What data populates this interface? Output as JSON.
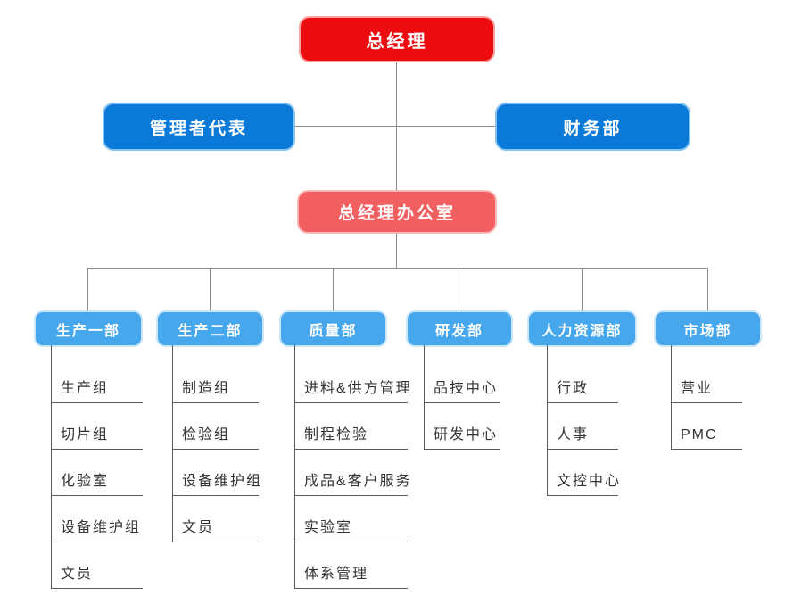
{
  "title": "company-organization-chart",
  "colors": {
    "root_red": "#ec0b0f",
    "level2_blue": "#0b79d8",
    "office_salmon": "#f15f60",
    "dept_light_blue": "#47a7ec",
    "connector_gray": "#8a8a8a",
    "list_line_gray": "#5a5a5a",
    "unit_text": "#333333"
  },
  "org": {
    "root": {
      "label": "总经理"
    },
    "level2": [
      {
        "label": "管理者代表"
      },
      {
        "label": "财务部"
      }
    ],
    "office": {
      "label": "总经理办公室"
    },
    "departments": [
      {
        "label": "生产一部",
        "units": [
          "生产组",
          "切片组",
          "化验室",
          "设备维护组",
          "文员"
        ]
      },
      {
        "label": "生产二部",
        "units": [
          "制造组",
          "检验组",
          "设备维护组",
          "文员"
        ]
      },
      {
        "label": "质量部",
        "units": [
          "进料&供方管理",
          "制程检验",
          "成品&客户服务",
          "实验室",
          "体系管理"
        ]
      },
      {
        "label": "研发部",
        "units": [
          "品技中心",
          "研发中心"
        ]
      },
      {
        "label": "人力资源部",
        "units": [
          "行政",
          "人事",
          "文控中心"
        ]
      },
      {
        "label": "市场部",
        "units": [
          "营业",
          "PMC"
        ]
      }
    ]
  }
}
